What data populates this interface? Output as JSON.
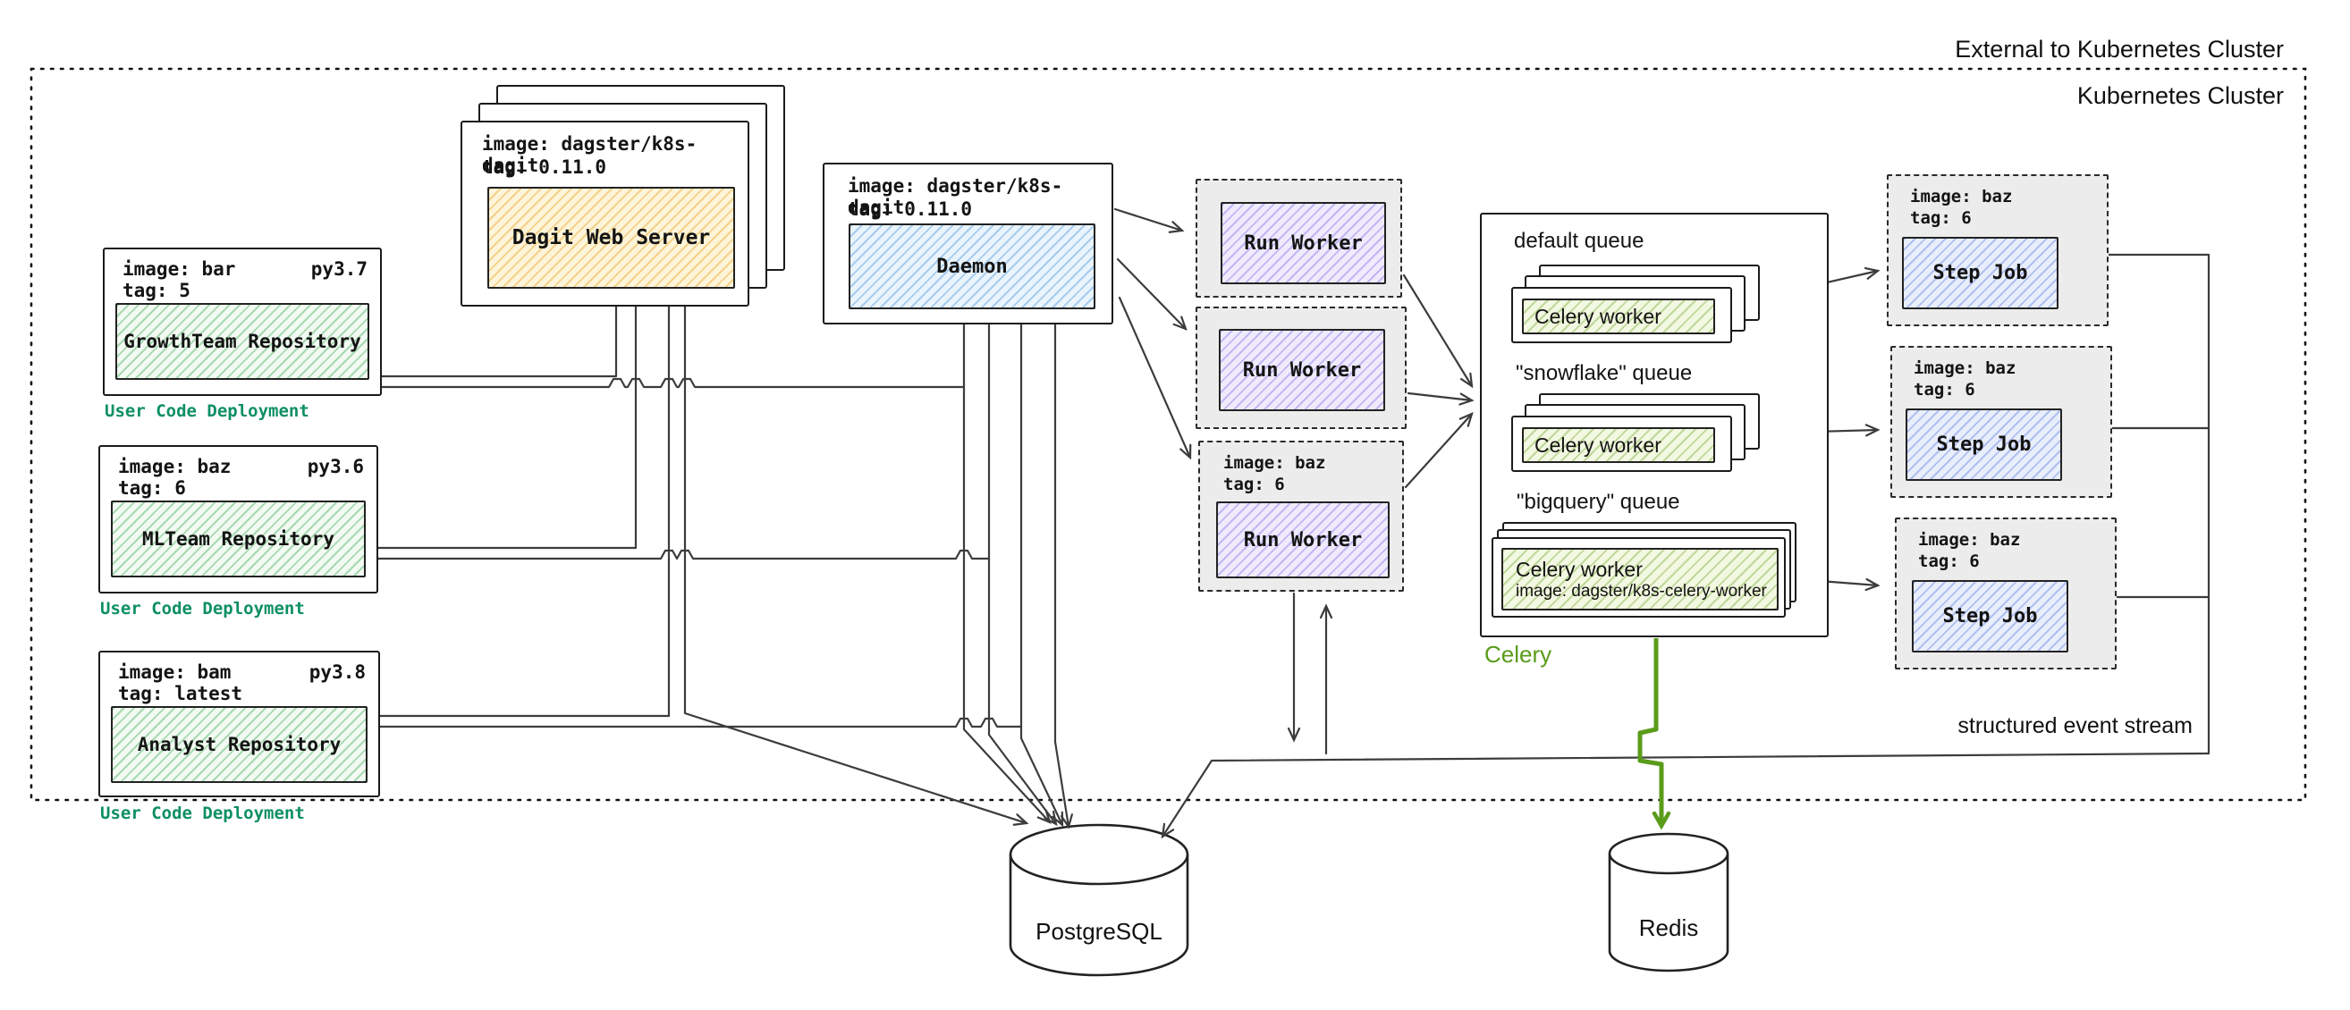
{
  "boundary": {
    "external_label": "External to Kubernetes Cluster",
    "cluster_label": "Kubernetes Cluster"
  },
  "user_code_deployments": [
    {
      "image": "image: bar",
      "py": "py3.7",
      "tag": "tag: 5",
      "repo": "GrowthTeam Repository",
      "caption": "User Code Deployment"
    },
    {
      "image": "image: baz",
      "py": "py3.6",
      "tag": "tag: 6",
      "repo": "MLTeam Repository",
      "caption": "User Code Deployment"
    },
    {
      "image": "image: bam",
      "py": "py3.8",
      "tag": "tag: latest",
      "repo": "Analyst Repository",
      "caption": "User Code Deployment"
    }
  ],
  "dagit": {
    "image": "image: dagster/k8s-dagit",
    "tag": "tag: 0.11.0",
    "label": "Dagit Web Server"
  },
  "daemon": {
    "image": "image: dagster/k8s-dagit",
    "tag": "tag: 0.11.0",
    "label": "Daemon"
  },
  "run_workers": [
    {
      "label": "Run Worker"
    },
    {
      "label": "Run Worker"
    },
    {
      "label": "Run Worker",
      "image": "image: baz",
      "tag": "tag: 6"
    }
  ],
  "celery": {
    "caption": "Celery",
    "queues": [
      {
        "label": "default queue",
        "worker": "Celery worker"
      },
      {
        "label": "\"snowflake\" queue",
        "worker": "Celery worker"
      },
      {
        "label": "\"bigquery\" queue",
        "worker": "Celery worker",
        "worker_image": "image: dagster/k8s-celery-worker"
      }
    ]
  },
  "step_jobs": [
    {
      "image": "image: baz",
      "tag": "tag: 6",
      "label": "Step Job"
    },
    {
      "image": "image: baz",
      "tag": "tag: 6",
      "label": "Step Job"
    },
    {
      "image": "image: baz",
      "tag": "tag: 6",
      "label": "Step Job"
    }
  ],
  "datastores": {
    "postgres": "PostgreSQL",
    "redis": "Redis"
  },
  "annotations": {
    "event_stream": "structured event stream"
  },
  "colors": {
    "caption_teal": "#0e8f66",
    "celery_green": "#5a9c1a"
  }
}
